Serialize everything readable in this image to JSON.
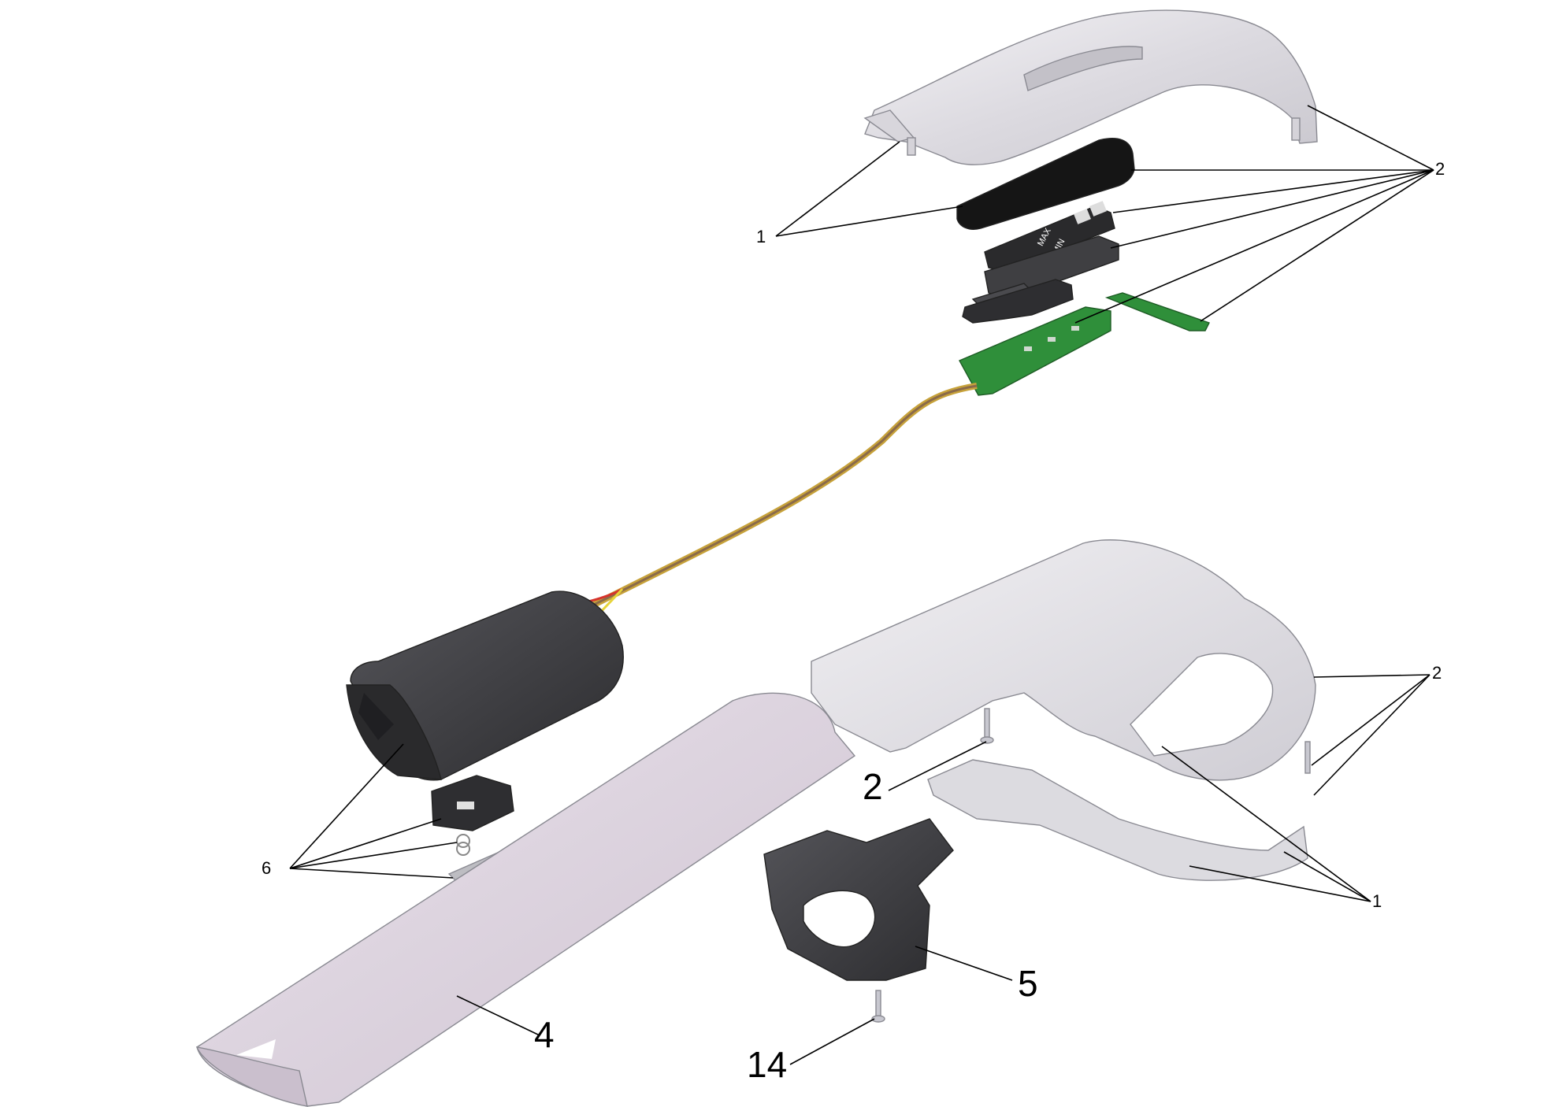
{
  "labels": {
    "top_cover_front": "1",
    "top_cover_group": "2",
    "handle_group": "2",
    "screw_small": "2",
    "handle_cover_front": "1",
    "battery_group": "6",
    "clip": "5",
    "tube": "4",
    "screw_bottom": "14"
  },
  "display": {
    "max_text": "MAX",
    "min_text": "MIN"
  },
  "colors": {
    "light_plastic": "#e6e4ea",
    "dark_plastic": "#3a3a3c",
    "pcb_green": "#2f8f3a",
    "tube_lilac": "#e2dae4"
  }
}
